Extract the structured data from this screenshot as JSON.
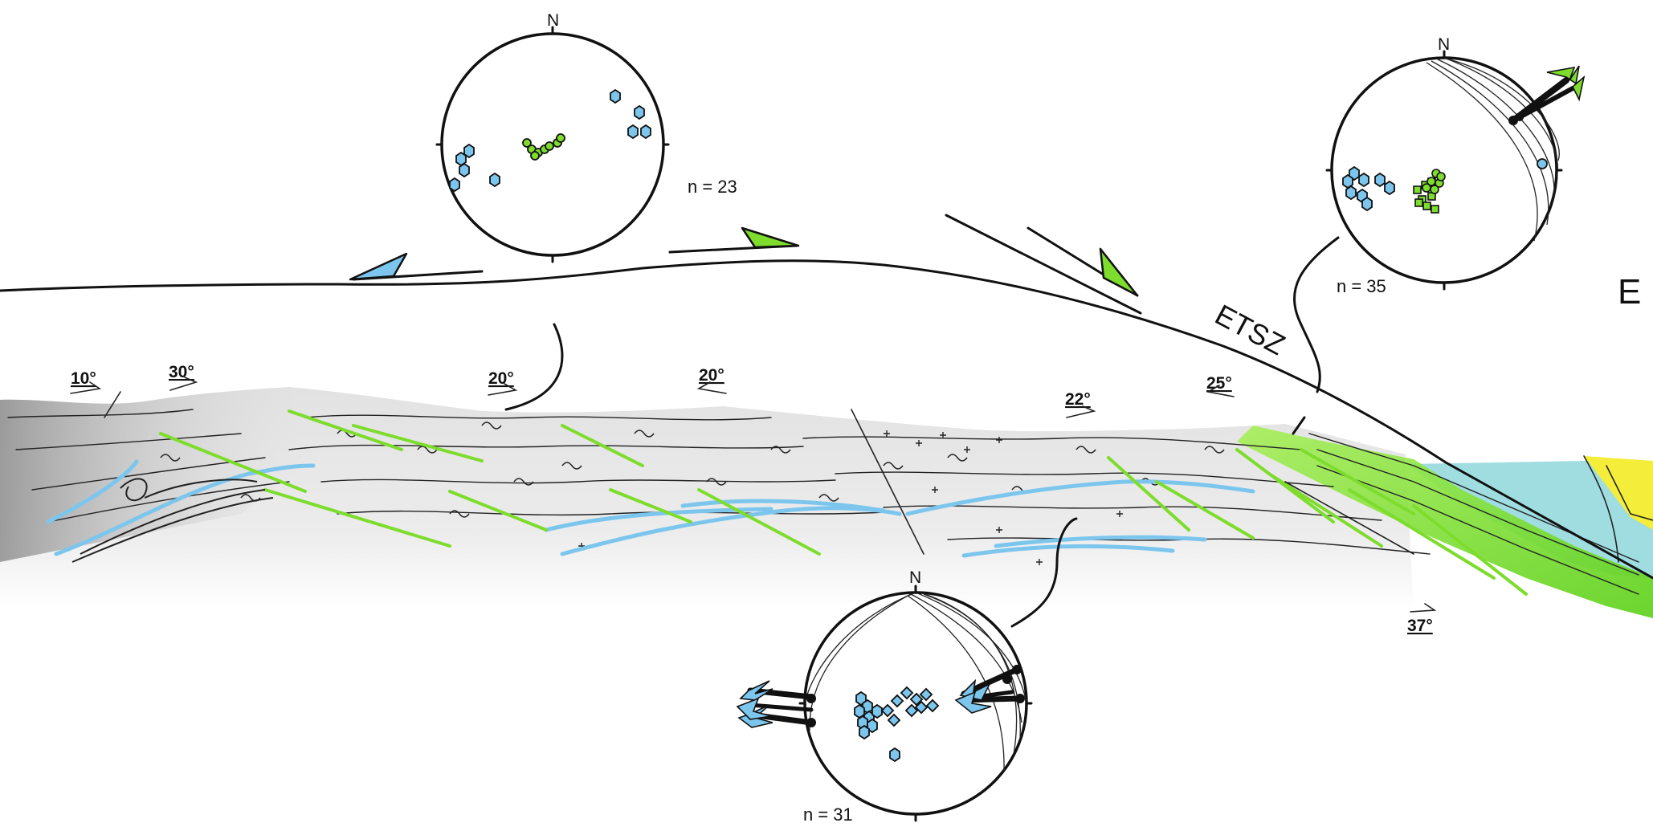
{
  "labels": {
    "east": "E",
    "shear_zone": "ETSZ"
  },
  "stereonets": [
    {
      "id": "top",
      "north": "N",
      "count": "n = 23"
    },
    {
      "id": "right",
      "north": "N",
      "count": "n = 35"
    },
    {
      "id": "bottom",
      "north": "N",
      "count": "n = 31"
    }
  ],
  "dips": [
    "10°",
    "30°",
    "20°",
    "20°",
    "22°",
    "25°",
    "37°"
  ],
  "colors": {
    "blue": "#7cc6ee",
    "green": "#7ddc2c",
    "light_green": "#a8ec5a",
    "cyan": "#9fdde0",
    "yellow": "#f4ee3a",
    "gray_light": "#e3e3e3",
    "gray_dark": "#9a9a9a",
    "ink": "#111111"
  }
}
